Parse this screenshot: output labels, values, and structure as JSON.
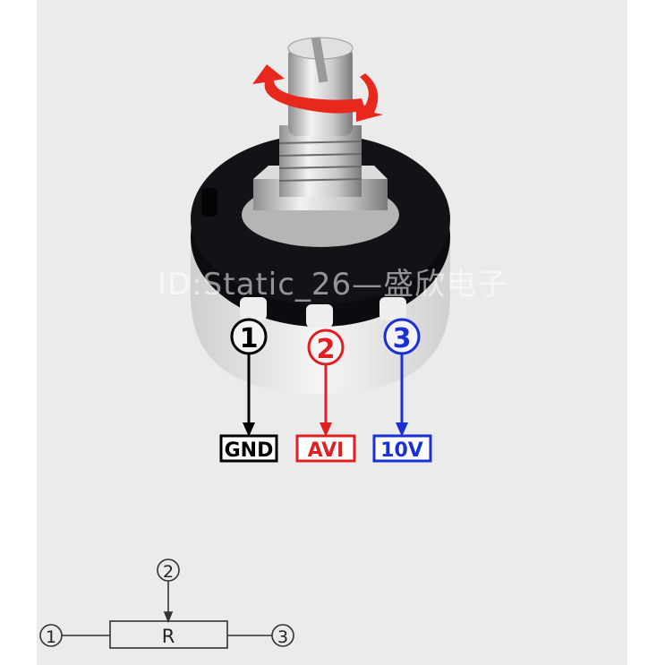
{
  "watermark": "ID:Static_26—盛欣电子",
  "pins": [
    {
      "number": "1",
      "label": "GND",
      "color": "#000000"
    },
    {
      "number": "2",
      "label": "AVI",
      "color": "#e02020"
    },
    {
      "number": "3",
      "label": "10V",
      "color": "#1a2fd6"
    }
  ],
  "schematic": {
    "resistor_label": "R",
    "pin_left": "1",
    "pin_wiper": "2",
    "pin_right": "3",
    "line_color": "#333333"
  },
  "rotation_arrow_color": "#e8281c",
  "colors": {
    "panel": "#ebebeb",
    "background": "#ffffff"
  }
}
